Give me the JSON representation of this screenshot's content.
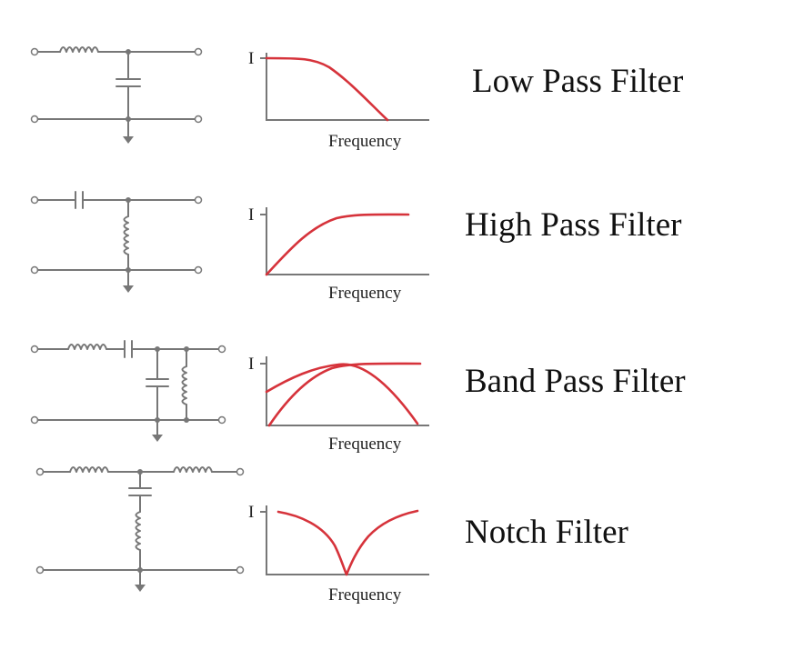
{
  "filters": [
    {
      "label": "Low Pass Filter",
      "y_label": "I",
      "x_label": "Frequency"
    },
    {
      "label": "High Pass Filter",
      "y_label": "I",
      "x_label": "Frequency"
    },
    {
      "label": "Band Pass Filter",
      "y_label": "I",
      "x_label": "Frequency"
    },
    {
      "label": "Notch Filter",
      "y_label": "I",
      "x_label": "Frequency"
    }
  ],
  "colors": {
    "curve": "#d6333b",
    "circuit": "#777777",
    "text": "#111111"
  }
}
